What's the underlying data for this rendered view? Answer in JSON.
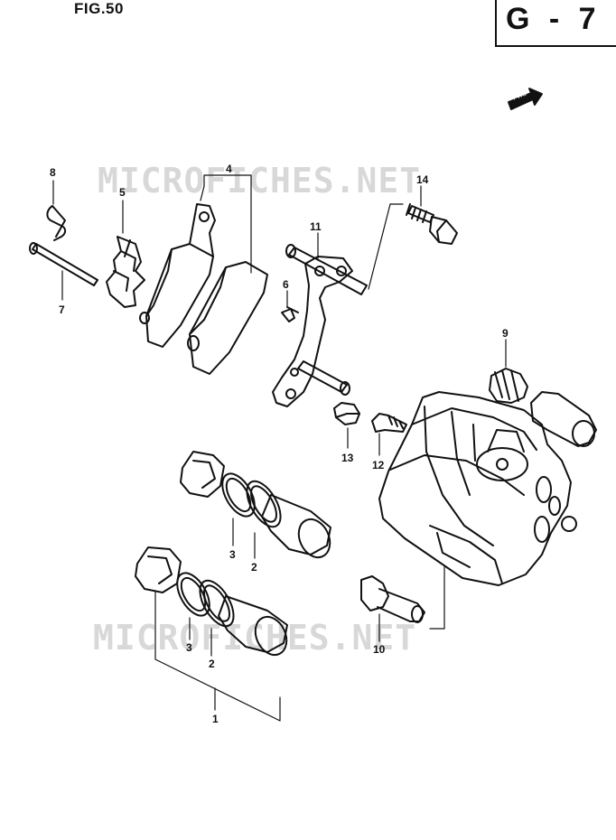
{
  "header": {
    "figure_label": "FIG.50",
    "section_code": "G - 7"
  },
  "watermark": {
    "text": "MICROFICHES.NET"
  },
  "direction_arrow": {
    "text": "FWD"
  },
  "callouts": {
    "c1": "1",
    "c2a": "2",
    "c2b": "2",
    "c3a": "3",
    "c3b": "3",
    "c4": "4",
    "c5": "5",
    "c6": "6",
    "c7": "7",
    "c8": "8",
    "c9": "9",
    "c10": "10",
    "c11": "11",
    "c12": "12",
    "c13": "13",
    "c14": "14"
  }
}
